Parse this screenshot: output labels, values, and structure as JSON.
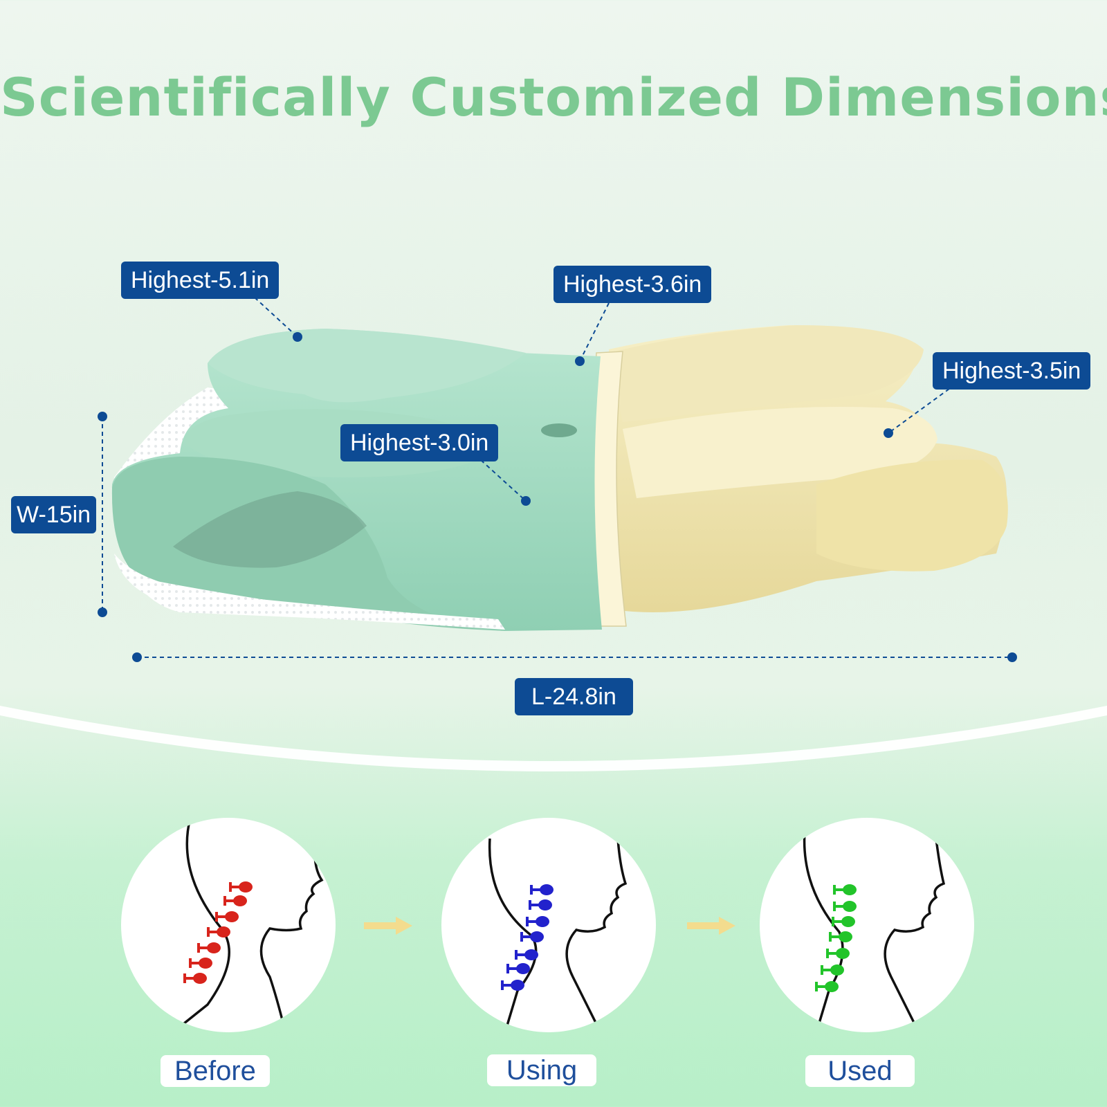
{
  "title": "Scientifically Customized Dimensions",
  "dimensions": {
    "highest_left": "Highest-5.1in",
    "highest_center": "Highest-3.6in",
    "highest_right": "Highest-3.5in",
    "highest_middle": "Highest-3.0in",
    "width": "W-15in",
    "length": "L-24.8in"
  },
  "stages": [
    {
      "label": "Before",
      "color": "#d8241c"
    },
    {
      "label": "Using",
      "color": "#2222cc"
    },
    {
      "label": "Used",
      "color": "#22c42a"
    }
  ],
  "colors": {
    "title": "#7cc992",
    "tag_background": "#0d4b94",
    "pillow_green": "#a6dcc4",
    "pillow_yellow": "#f2e6b0"
  }
}
